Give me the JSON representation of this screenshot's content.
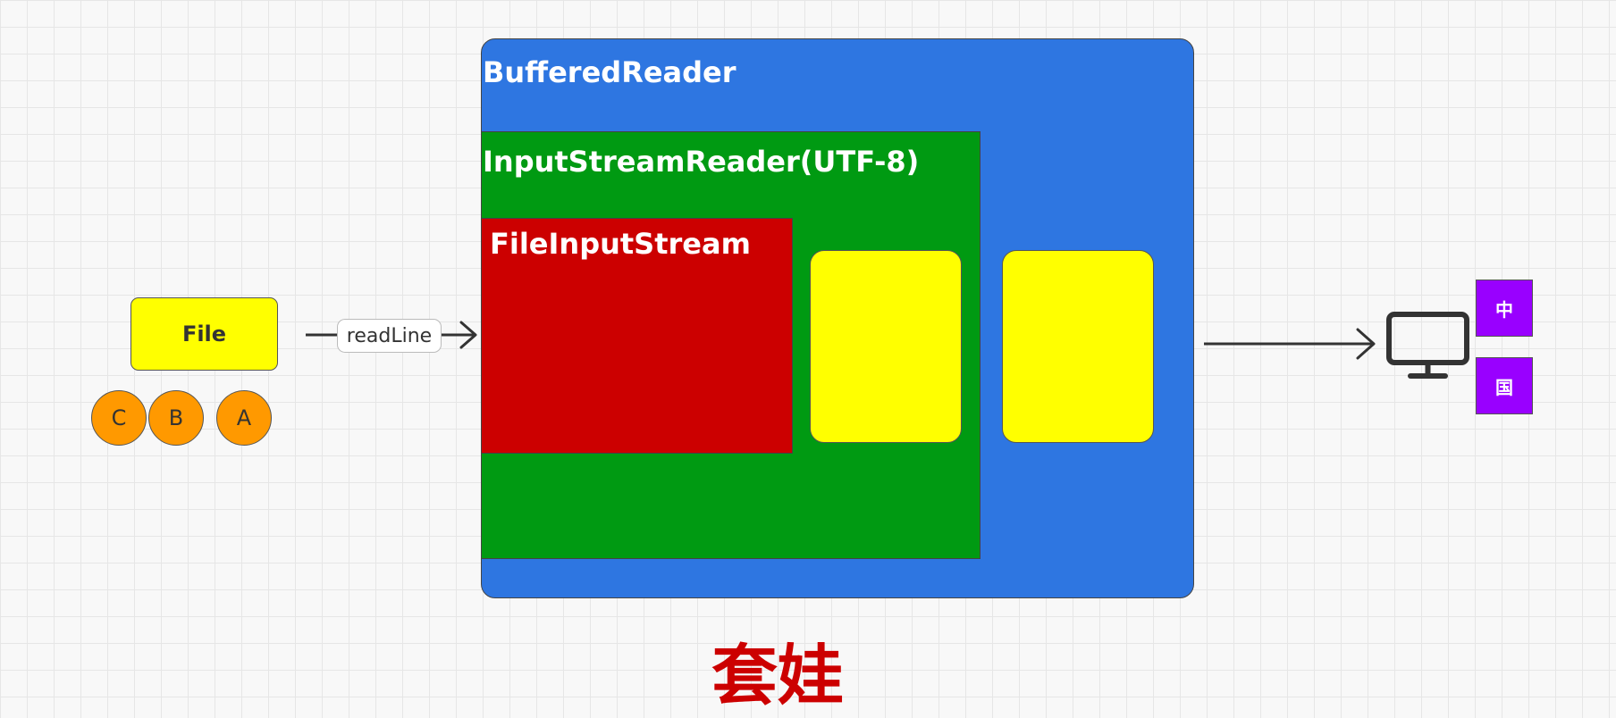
{
  "source": {
    "file_label": "File",
    "chars": [
      "C",
      "B",
      "A"
    ]
  },
  "edge": {
    "label": "readLine"
  },
  "streams": {
    "outer": "BufferedReader",
    "middle": "InputStreamReader(UTF-8)",
    "inner": "FileInputStream"
  },
  "output": {
    "chars": [
      "中",
      "国"
    ],
    "device_icon": "monitor-icon"
  },
  "caption": "套娃",
  "colors": {
    "file": "#ffff00",
    "char_circle": "#ff9900",
    "buffered_reader": "#2e76e1",
    "input_stream_reader": "#009a12",
    "file_input_stream": "#cc0000",
    "buffer": "#ffff00",
    "output_char": "#9900ff",
    "caption": "#cc0000"
  }
}
